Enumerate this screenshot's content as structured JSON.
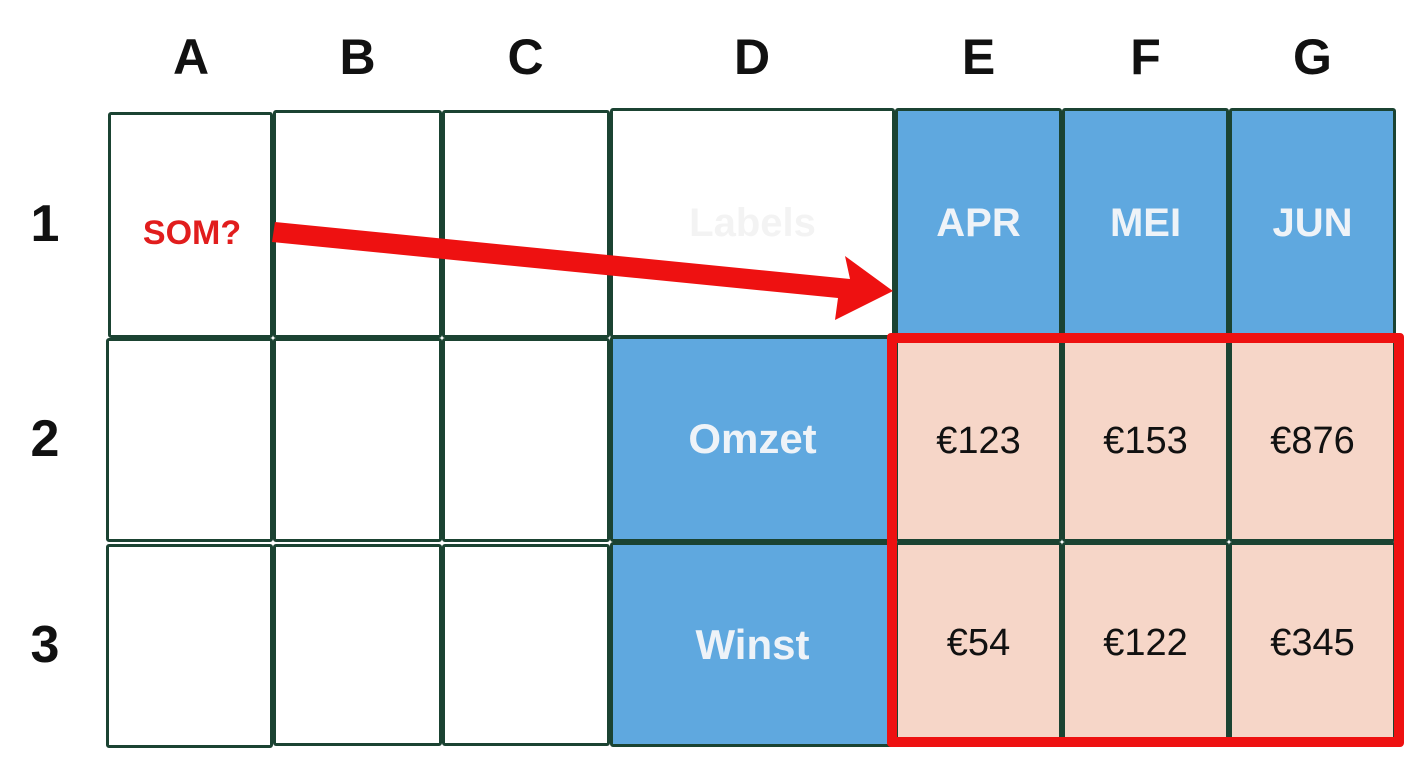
{
  "columns": [
    "A",
    "B",
    "C",
    "D",
    "E",
    "F",
    "G"
  ],
  "rows": [
    "1",
    "2",
    "3"
  ],
  "question_label": "SOM?",
  "faint_label": "Labels",
  "month_headers": [
    "APR",
    "MEI",
    "JUN"
  ],
  "row_labels": [
    "Omzet",
    "Winst"
  ],
  "values": [
    [
      "€123",
      "€153",
      "€876"
    ],
    [
      "€54",
      "€122",
      "€345"
    ]
  ],
  "colors": {
    "header_blue": "#5fa8df",
    "value_pink": "#f6d6c8",
    "highlight_red": "#ee1111",
    "grid_line": "#1b4332"
  }
}
